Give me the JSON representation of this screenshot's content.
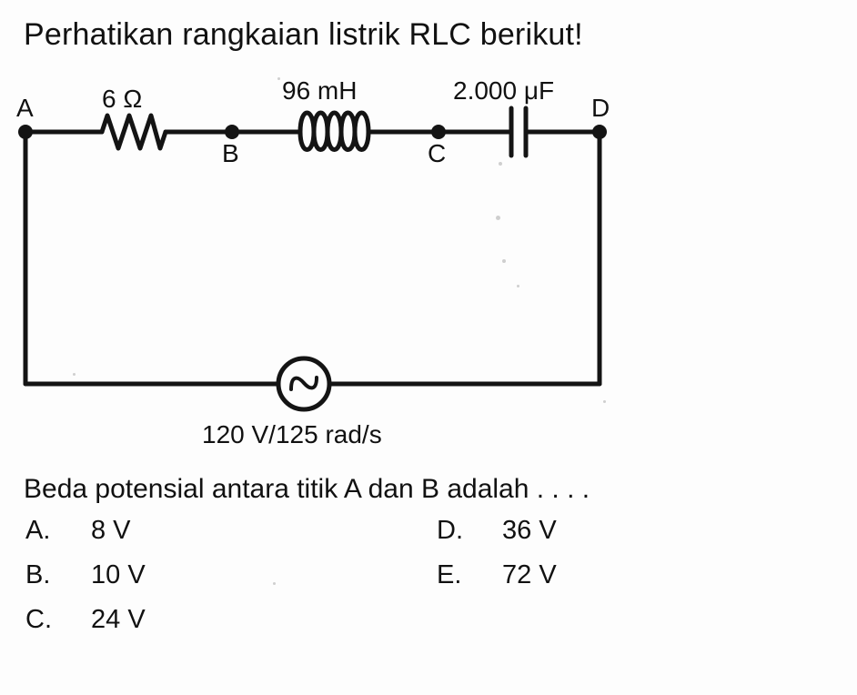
{
  "title": "Perhatikan rangkaian listrik RLC berikut!",
  "circuit": {
    "node_labels": {
      "a": "A",
      "b": "B",
      "c": "C",
      "d": "D"
    },
    "component_labels": {
      "resistor": "6 Ω",
      "inductor": "96 mH",
      "capacitor": "2.000 μF",
      "source": "120 V/125 rad/s"
    },
    "components": [
      {
        "type": "resistor",
        "label": "6 Ω",
        "between": [
          "A",
          "B"
        ]
      },
      {
        "type": "inductor",
        "label": "96 mH",
        "between": [
          "B",
          "C"
        ]
      },
      {
        "type": "capacitor",
        "label": "2.000 μF",
        "between": [
          "C",
          "D"
        ]
      },
      {
        "type": "ac-source",
        "label": "120 V/125 rad/s",
        "between": [
          "D",
          "A"
        ]
      }
    ],
    "line_color": "#141414"
  },
  "question": "Beda potensial antara titik A dan B adalah . . . .",
  "options": [
    {
      "key": "A.",
      "value": "8 V",
      "column": "left",
      "row": 0
    },
    {
      "key": "B.",
      "value": "10 V",
      "column": "left",
      "row": 1
    },
    {
      "key": "C.",
      "value": "24 V",
      "column": "left",
      "row": 2
    },
    {
      "key": "D.",
      "value": "36 V",
      "column": "right",
      "row": 0
    },
    {
      "key": "E.",
      "value": "72 V",
      "column": "right",
      "row": 1
    }
  ]
}
